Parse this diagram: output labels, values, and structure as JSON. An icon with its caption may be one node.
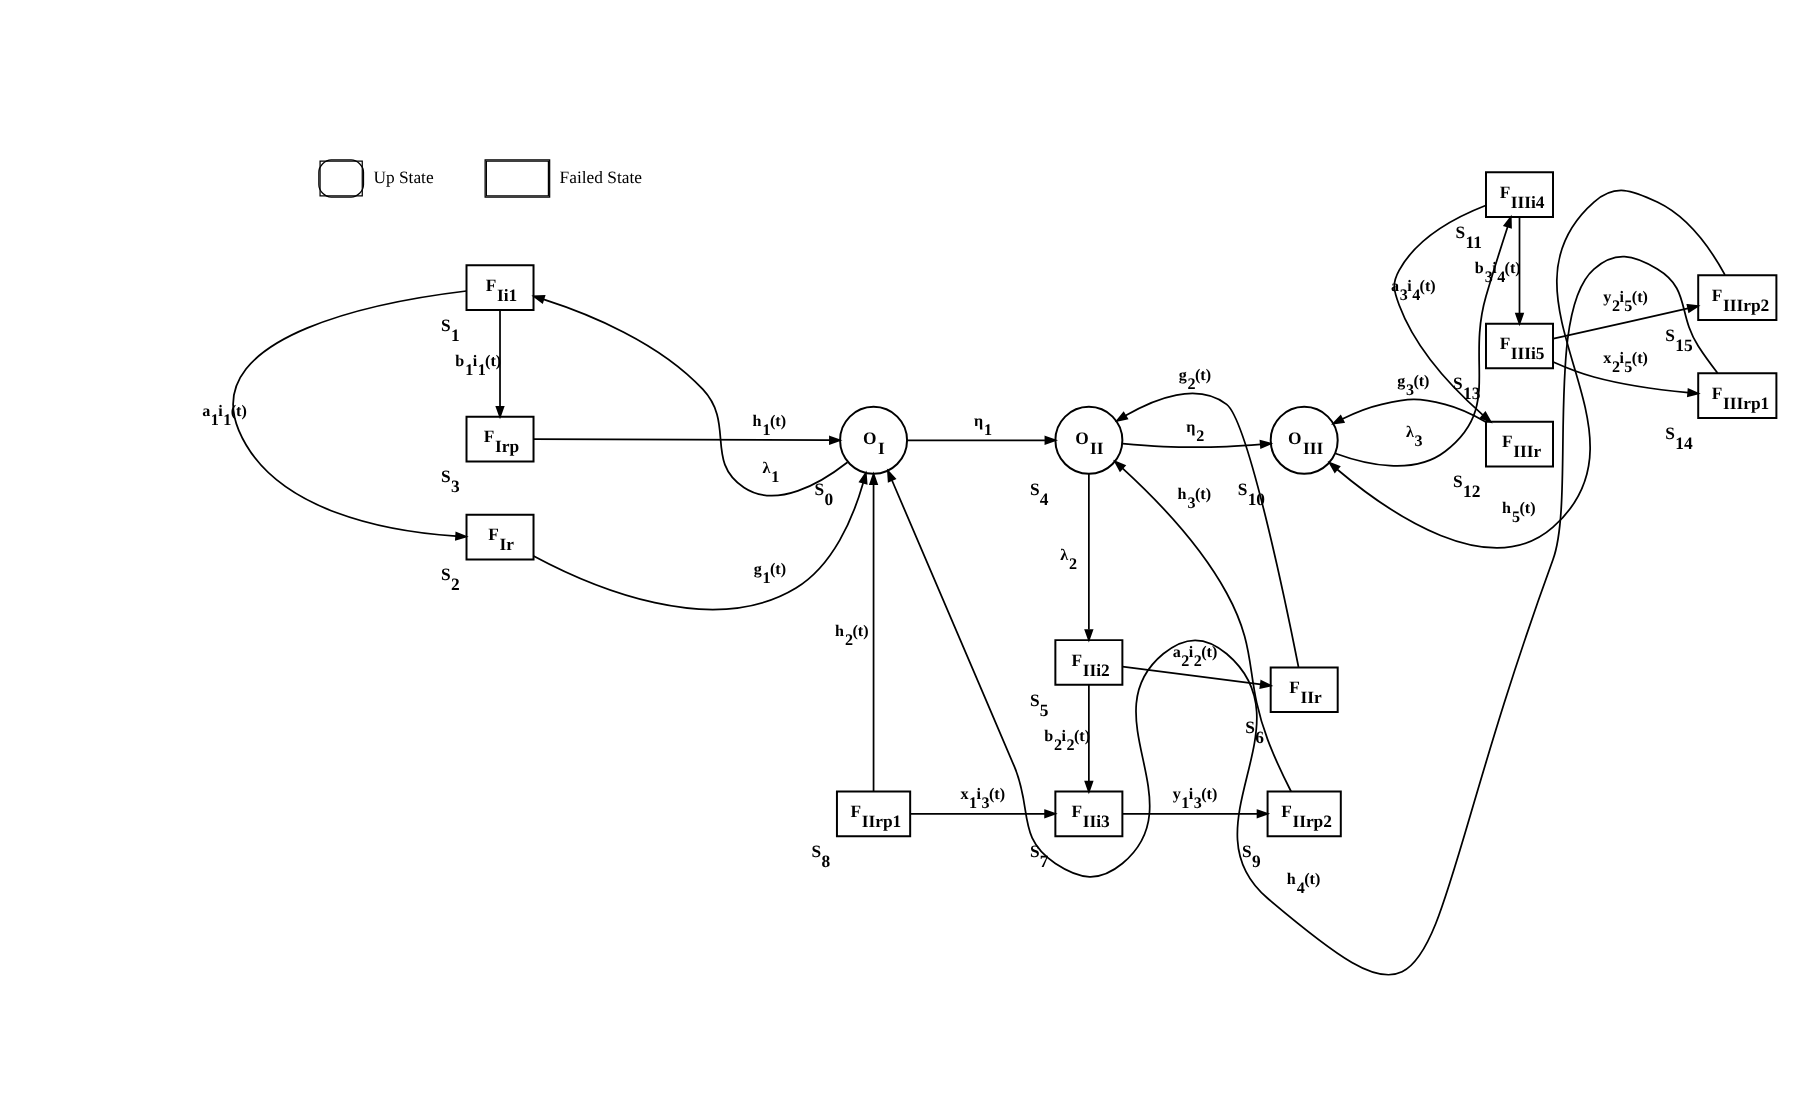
{
  "diagram": {
    "nodes": [
      {
        "text": [
          "F$_{Ir}$"
        ],
        "beside": [
          "S$_{2}$"
        ]
      },
      {
        "text": [
          "F$_{Ii1}$"
        ],
        "beside": [
          "S$_{1}$"
        ]
      },
      {
        "text": [
          "O$_{I}$"
        ],
        "beside": [
          "S$_{0}$"
        ]
      },
      {
        "text": [
          "F$_{Irp}$"
        ],
        "beside": [
          "S$_{3}$"
        ]
      },
      {
        "text": [
          "F$_{IIi2}$"
        ],
        "beside": [
          "S$_{5}$"
        ]
      },
      {
        "text": [
          "F$_{IIr}$"
        ],
        "beside": [
          "S$_{6}$"
        ]
      },
      {
        "text": [
          "O$_{II}$"
        ],
        "beside": [
          "S$_{4}$"
        ]
      },
      {
        "text": [
          "F$_{IIrp1}$"
        ],
        "beside": [
          "S$_{8}$"
        ]
      },
      {
        "text": [
          "F$_{IIi3}$"
        ],
        "beside": [
          "S$_{7}$"
        ]
      },
      {
        "text": [
          "F$_{IIrp2}$"
        ],
        "beside": [
          "S$_{9}$"
        ]
      },
      {
        "text": [
          "F$_{IIIr}$"
        ],
        "beside": [
          "S$_{12}$"
        ]
      },
      {
        "text": [
          "O$_{III}$"
        ],
        "beside": [
          "S$_{10}$"
        ]
      },
      {
        "text": [
          "F$_{IIIi4}$"
        ],
        "beside": [
          "S$_{11}$"
        ]
      },
      {
        "text": [
          "F$_{IIIi5}$"
        ],
        "beside": [
          "S$_{13}$"
        ]
      },
      {
        "text": [
          "F$_{IIIrp2}$"
        ],
        "beside": [
          "S$_{15}$"
        ]
      },
      {
        "text": [
          "F$_{IIIrp1}$"
        ],
        "beside": [
          "S$_{14}$"
        ]
      }
    ],
    "edges": [
      {
        "from": 2,
        "to": 1,
        "arrow": "to",
        "label": "λ$_{1}$"
      },
      {
        "from": 1,
        "to": 0,
        "arrow": "to",
        "label": "a$_{1}$i$_{1}$(t)"
      },
      {
        "from": 0,
        "to": 2,
        "arrow": "to",
        "label": "g$_{1}$(t)"
      },
      {
        "from": 1,
        "to": 3,
        "arrow": "to",
        "label": "b$_{1}$i$_{1}$(t)"
      },
      {
        "from": 3,
        "to": 2,
        "arrow": "to",
        "label": "h$_{1}$(t)"
      },
      {
        "from": 2,
        "to": 6,
        "arrow": "to",
        "label": "η$_{1}$"
      },
      {
        "from": 7,
        "to": 2,
        "arrow": "to",
        "label": "h$_{2}$(t)"
      },
      {
        "from": 6,
        "to": 4,
        "arrow": "to",
        "label": "λ$_{2}$"
      },
      {
        "from": 4,
        "to": 5,
        "arrow": "to",
        "label": "a$_{2}$i$_{2}$(t)"
      },
      {
        "from": 5,
        "to": 6,
        "arrow": "to",
        "label": "g$_{2}$(t)"
      },
      {
        "from": 4,
        "to": 8,
        "arrow": "to",
        "label": "b$_{2}$i$_{2}$(t)"
      },
      {
        "from": 7,
        "to": 8,
        "arrow": "to",
        "label": "x$_{1}$i$_{3}$(t)"
      },
      {
        "from": 8,
        "to": 9,
        "arrow": "to",
        "label": "y$_{1}$i$_{3}$(t)"
      },
      {
        "from": 9,
        "to": 6,
        "arrow": "to",
        "label": "h$_{3}$(t)"
      },
      {
        "from": 6,
        "to": 11,
        "arrow": "to",
        "label": "η$_{2}$"
      },
      {
        "from": 10,
        "to": 11,
        "arrow": "to",
        "label": "g$_{3}$(t)"
      },
      {
        "from": 11,
        "to": 12,
        "arrow": "to",
        "label": "λ$_{3}$"
      },
      {
        "from": 12,
        "to": 10,
        "arrow": "to",
        "label": "a$_{3}$i$_{4}$(t)"
      },
      {
        "from": 12,
        "to": 13,
        "arrow": "to",
        "label": "b$_{3}$i$_{4}$(t)"
      },
      {
        "from": 13,
        "to": 14,
        "arrow": "to",
        "label": "y$_{2}$i$_{5}$(t)"
      },
      {
        "from": 13,
        "to": 15,
        "arrow": "to",
        "label": "x$_{2}$i$_{5}$(t)"
      },
      {
        "from": 14,
        "to": 11,
        "arrow": "to",
        "label": "h$_{5}$(t)"
      },
      {
        "from": 15,
        "to": 2,
        "arrow": "to",
        "label": "h$_{4}$(t)"
      }
    ],
    "legend": [
      {
        "text": "Up State"
      },
      {
        "text": "Failed State"
      }
    ]
  }
}
